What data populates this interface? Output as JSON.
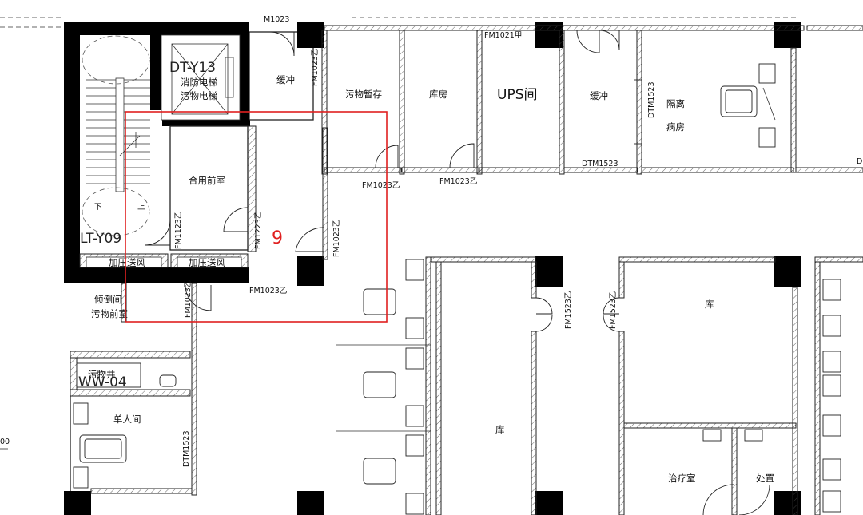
{
  "highlight": {
    "number": "9",
    "color": "#e02020"
  },
  "drawing_color": "#222222",
  "rooms": {
    "stair_down": "下",
    "stair_up": "上",
    "stair_tag": "LT-Y09",
    "elevator_tag": "DT-Y13",
    "fire_elevator_1": "消防电梯",
    "fire_elevator_2": "污物电梯",
    "buffer_1": "缓冲",
    "waste_temp": "污物暂存",
    "storeroom_top": "库房",
    "ups": "UPS间",
    "buffer_2": "缓冲",
    "isolation_1": "隔离",
    "isolation_2": "病房",
    "shared_lobby": "合用前室",
    "press_vent_1": "加压送风",
    "press_vent_2": "加压送风",
    "dump_room_1": "倾倒间",
    "dump_room_2": "污物前室",
    "waste_shaft": "污物井",
    "waste_shaft_tag": "WW-04",
    "single_room": "单人间",
    "store_mid": "库",
    "store_right": "库",
    "treatment": "治疗室",
    "disposal": "处置",
    "left_edge": "00"
  },
  "doors": {
    "top_cut": "M1023",
    "fm1021": "FM1021甲",
    "fm1023_v1": "FM1023乙",
    "fm1023_a": "FM1023乙",
    "fm1023_b": "FM1023乙",
    "fm1123": "FM1123乙",
    "fm1223": "FM1223乙",
    "fm1023_v2": "FM1023乙",
    "fm1023_c": "FM1023乙",
    "fm1023_v3": "FM1023乙",
    "dtm1523_a": "DTM1523",
    "dtm1523_b": "DTM1523",
    "dtm1523_c": "DTM1523",
    "fm1523_a": "FM1523乙",
    "fm1523_b": "FM1523乙",
    "right_cut": "D"
  }
}
